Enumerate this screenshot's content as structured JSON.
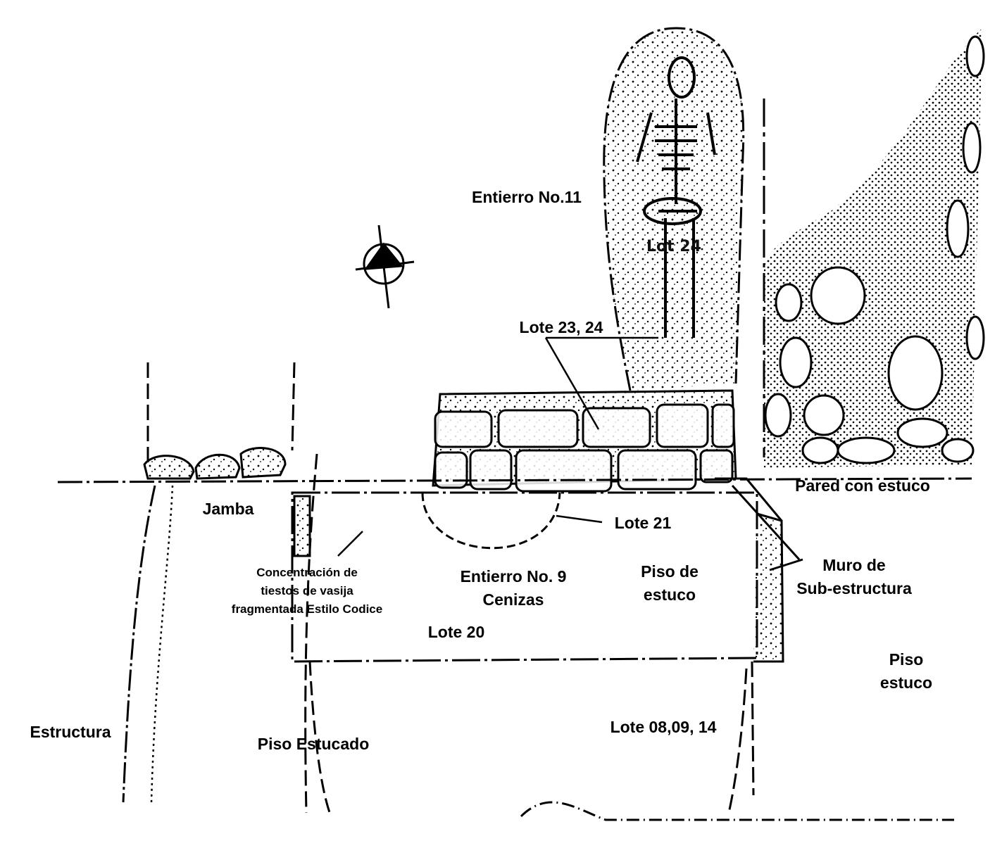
{
  "labels": {
    "entierro_11": "Entierro No.11",
    "lote_23_24": "Lote 23, 24",
    "pared_con_estuco": "Pared con estuco",
    "jamba": "Jamba",
    "lote_21": "Lote 21",
    "muro_line1": "Muro de",
    "muro_line2": "Sub-estructura",
    "concentracion_line1": "Concentración de",
    "concentracion_line2": "tiestos de vasija",
    "concentracion_line3": "fragmentada Estilo Codice",
    "entierro_9_line1": "Entierro No. 9",
    "entierro_9_line2": "Cenizas",
    "piso_de_estuco_line1": "Piso de",
    "piso_de_estuco_line2": "estuco",
    "lote_20": "Lote 20",
    "piso_estuco_line1": "Piso",
    "piso_estuco_line2": "estuco",
    "estructura": "Estructura",
    "piso_estucado": "Piso Estucado",
    "lote_08_09_14": "Lote 08,09, 14",
    "handwritten_lot": "Lot 24"
  },
  "icons": {
    "north_arrow": "north-arrow-icon"
  }
}
